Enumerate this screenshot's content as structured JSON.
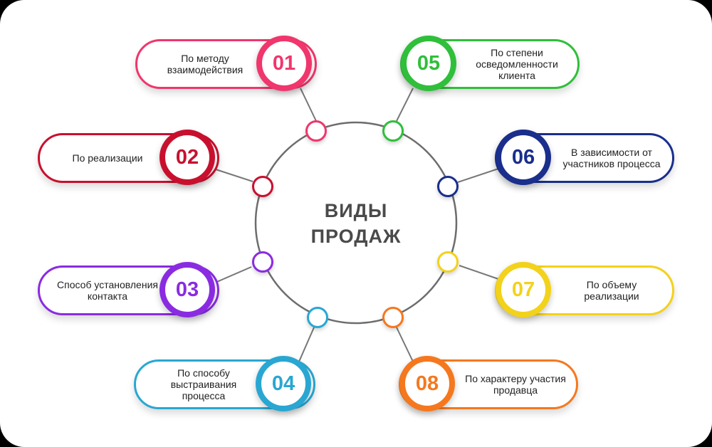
{
  "center": {
    "line1": "ВИДЫ",
    "line2": "ПРОДАЖ"
  },
  "items": [
    {
      "num": "01",
      "label": "По методу взаимодействия",
      "color": "#f0366c"
    },
    {
      "num": "02",
      "label": "По реализации",
      "color": "#c8102e"
    },
    {
      "num": "03",
      "label": "Способ установления контакта",
      "color": "#8a2be2"
    },
    {
      "num": "04",
      "label": "По способу выстраивания процесса",
      "color": "#29a7d2"
    },
    {
      "num": "05",
      "label": "По степени осведомленности клиента",
      "color": "#2fbf3a"
    },
    {
      "num": "06",
      "label": "В зависимости от участников процесса",
      "color": "#1a2e8c"
    },
    {
      "num": "07",
      "label": "По объему реализации",
      "color": "#f2d21b"
    },
    {
      "num": "08",
      "label": "По характеру участия продавца",
      "color": "#f5781e"
    }
  ]
}
